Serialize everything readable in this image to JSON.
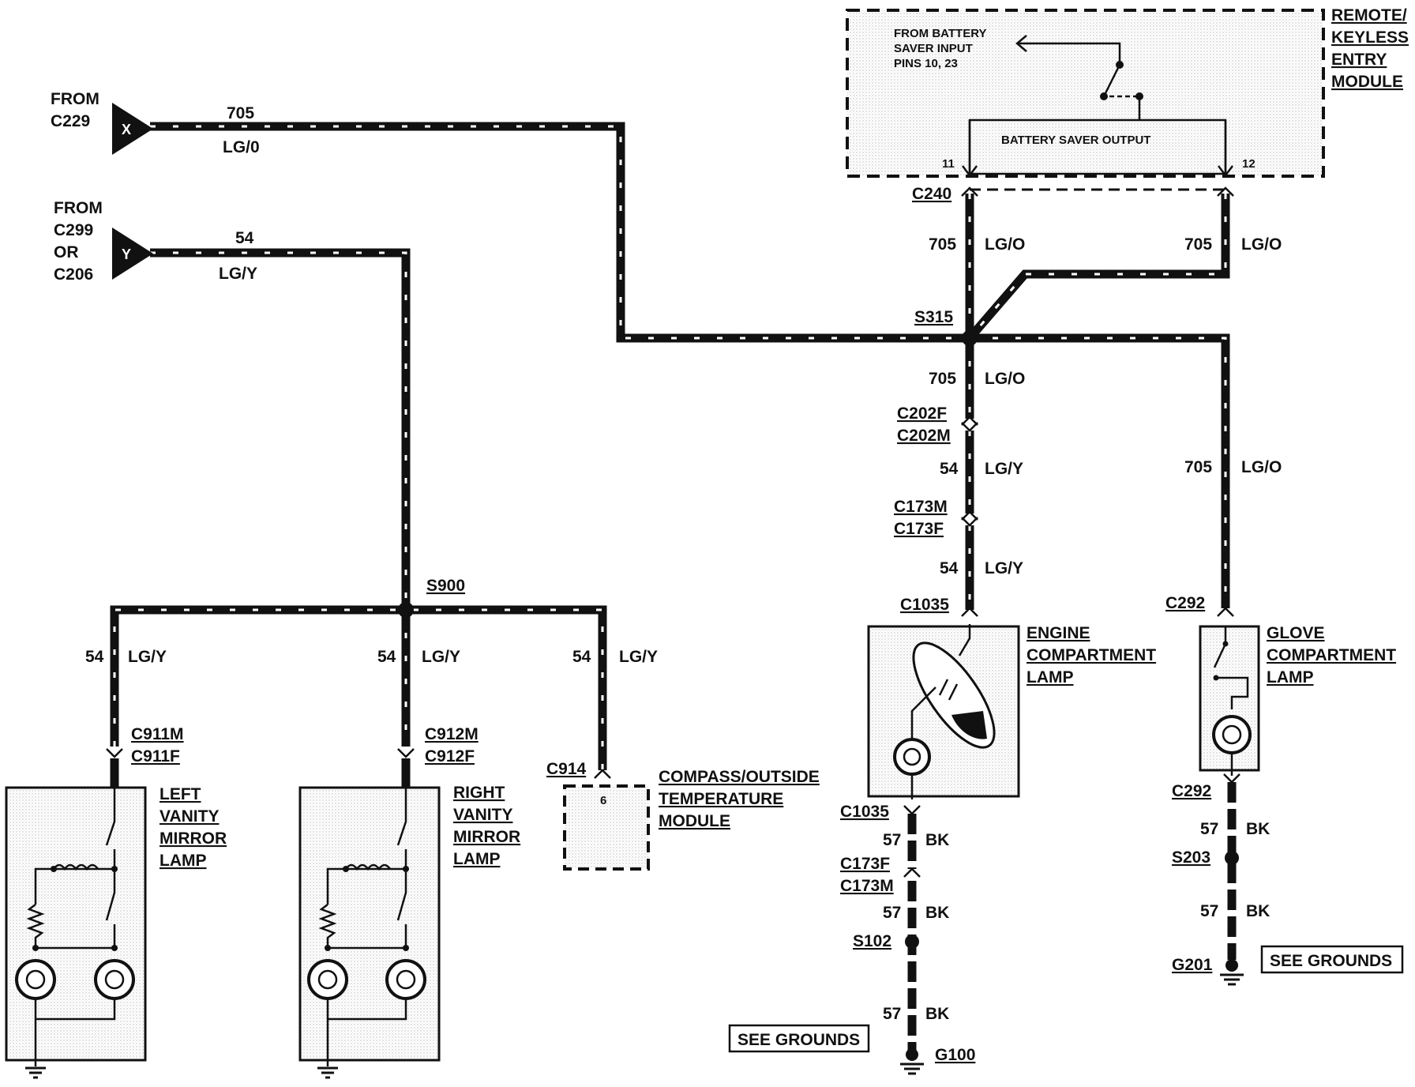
{
  "left_sources": {
    "x": {
      "from": "FROM",
      "connector": "C229",
      "pin": "X",
      "circuit": "705",
      "color": "LG/0"
    },
    "y": {
      "from": "FROM",
      "connector_a": "C299",
      "or": "OR",
      "connector_b": "C206",
      "pin": "Y",
      "circuit": "54",
      "color": "LG/Y"
    }
  },
  "module": {
    "name_lines": [
      "REMOTE/",
      "KEYLESS",
      "ENTRY",
      "MODULE"
    ],
    "input_lines": [
      "FROM BATTERY",
      "SAVER INPUT",
      "PINS 10, 23"
    ],
    "output": "BATTERY SAVER OUTPUT",
    "pin_a": "11",
    "pin_b": "12",
    "connector": "C240"
  },
  "wires": {
    "w705_a": "705",
    "c705_a": "LG/O",
    "w705_b": "705",
    "c705_b": "LG/O",
    "w705_c": "705",
    "c705_c": "LG/O",
    "w705_d": "705",
    "c705_d": "LG/O",
    "w54_a": "54",
    "c54_a": "LG/Y",
    "w54_b": "54",
    "c54_b": "LG/Y",
    "w54_left": "54",
    "c54_left": "LG/Y",
    "w54_mid": "54",
    "c54_mid": "LG/Y",
    "w54_right": "54",
    "c54_right": "LG/Y",
    "w57_a": "57",
    "c57_a": "BK",
    "w57_b": "57",
    "c57_b": "BK",
    "w57_c": "57",
    "c57_c": "BK",
    "w57_d": "57",
    "c57_d": "BK",
    "w57_e": "57",
    "c57_e": "BK"
  },
  "splices": {
    "s315": "S315",
    "s900": "S900",
    "s102": "S102",
    "s203": "S203"
  },
  "connectors": {
    "c202f": "C202F",
    "c202m": "C202M",
    "c173m": "C173M",
    "c173f": "C173F",
    "c1035_top": "C1035",
    "c1035_bot": "C1035",
    "c173f_b": "C173F",
    "c173m_b": "C173M",
    "c292_top": "C292",
    "c292_bot": "C292",
    "c911m": "C911M",
    "c911f": "C911F",
    "c912m": "C912M",
    "c912f": "C912F",
    "c914": "C914"
  },
  "components": {
    "left_lamp": [
      "LEFT",
      "VANITY",
      "MIRROR",
      "LAMP"
    ],
    "right_lamp": [
      "RIGHT",
      "VANITY",
      "MIRROR",
      "LAMP"
    ],
    "compass": [
      "COMPASS/OUTSIDE",
      "TEMPERATURE",
      "MODULE"
    ],
    "compass_pin": "6",
    "engine_lamp": [
      "ENGINE",
      "COMPARTMENT",
      "LAMP"
    ],
    "glove_lamp": [
      "GLOVE",
      "COMPARTMENT",
      "LAMP"
    ]
  },
  "grounds": {
    "see_grounds_a": "SEE GROUNDS",
    "see_grounds_b": "SEE GROUNDS",
    "g100": "G100",
    "g201": "G201"
  }
}
